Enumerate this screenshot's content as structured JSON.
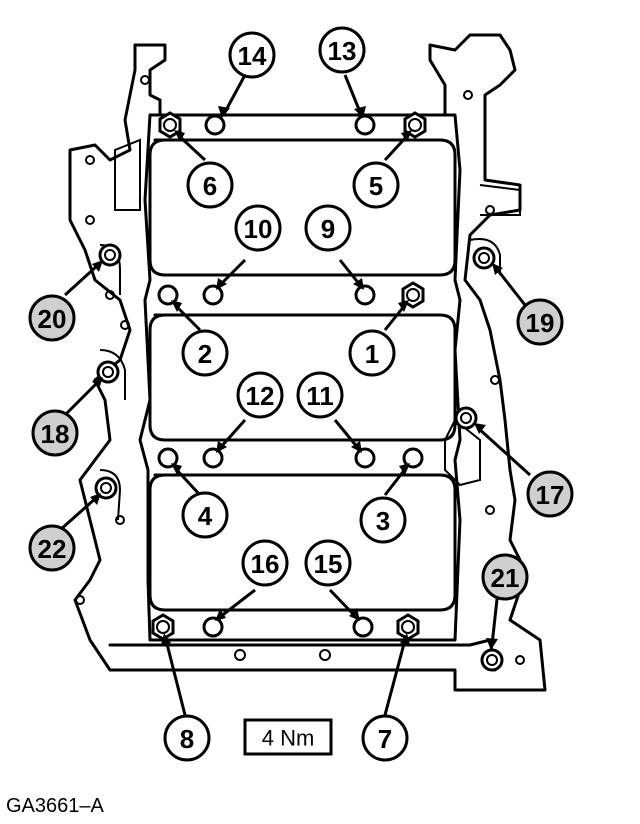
{
  "torque_label": "4 Nm",
  "figure_id": "GA3661–A",
  "callouts": [
    "1",
    "2",
    "3",
    "4",
    "5",
    "6",
    "7",
    "8",
    "9",
    "10",
    "11",
    "12",
    "13",
    "14",
    "15",
    "16",
    "17",
    "18",
    "19",
    "20",
    "21",
    "22"
  ],
  "line_color": "#000000",
  "background_color": "#ffffff",
  "callout_fill_grey": "#cfcfcf"
}
